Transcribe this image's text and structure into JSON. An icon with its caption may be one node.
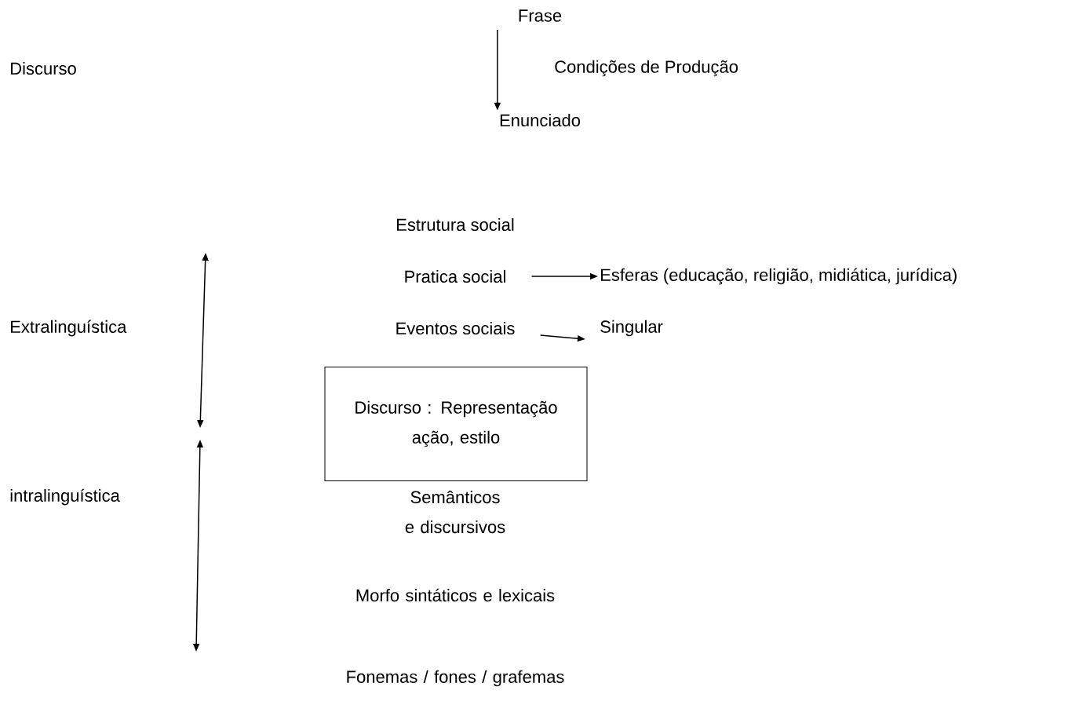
{
  "diagram": {
    "nodes": [
      {
        "text": [
          "Frase"
        ]
      },
      {
        "text": [
          "Enunciado"
        ]
      },
      {
        "text": [
          "Pratica social"
        ]
      },
      {
        "text": [
          "Esferas (educação, religião, midiática, jurídica)"
        ]
      },
      {
        "text": [
          "Eventos sociais"
        ]
      },
      {
        "text": [
          "Singular"
        ]
      },
      {
        "text": [
          "Discurso : Representação ação, estilo"
        ]
      }
    ],
    "edges": [
      {
        "from": 0,
        "to": 1,
        "arrow": "to"
      },
      {
        "from": 2,
        "to": 3,
        "arrow": "to"
      },
      {
        "from": 4,
        "to": 5,
        "arrow": "to"
      }
    ],
    "labels": [
      "Discurso",
      "Condições de Produção",
      "Estrutura social",
      "Extralinguística",
      "intralinguística",
      "Semânticos e discursivos",
      "Morfo sintáticos e lexicais",
      "Fonemas / fones / grafemas"
    ]
  }
}
